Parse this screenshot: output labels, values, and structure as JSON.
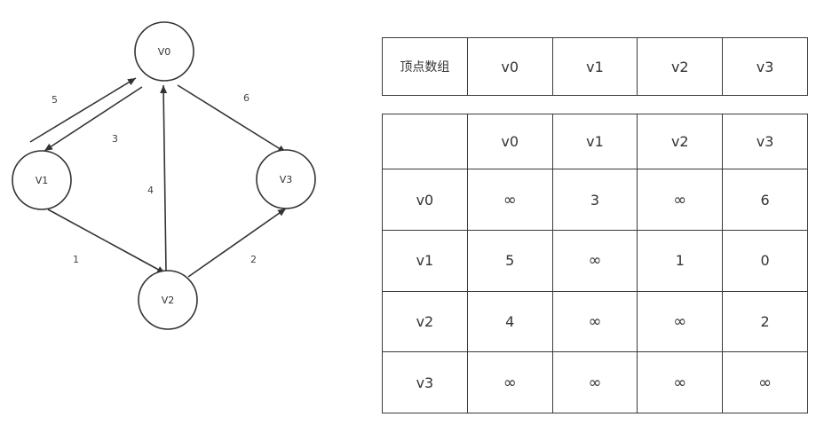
{
  "graph": {
    "nodes": [
      {
        "id": "v0",
        "label": "V0"
      },
      {
        "id": "v1",
        "label": "V1"
      },
      {
        "id": "v2",
        "label": "V2"
      },
      {
        "id": "v3",
        "label": "V3"
      }
    ],
    "edges": [
      {
        "from": "v1",
        "to": "v0",
        "weight": "5"
      },
      {
        "from": "v0",
        "to": "v1",
        "weight": "3"
      },
      {
        "from": "v0",
        "to": "v3",
        "weight": "6"
      },
      {
        "from": "v2",
        "to": "v0",
        "weight": "4"
      },
      {
        "from": "v1",
        "to": "v2",
        "weight": "1"
      },
      {
        "from": "v2",
        "to": "v3",
        "weight": "2"
      }
    ]
  },
  "vertex_array": {
    "header": "顶点数组",
    "values": [
      "v0",
      "v1",
      "v2",
      "v3"
    ]
  },
  "adjacency_matrix": {
    "columns": [
      "v0",
      "v1",
      "v2",
      "v3"
    ],
    "rows": [
      {
        "label": "v0",
        "cells": [
          "∞",
          "3",
          "∞",
          "6"
        ]
      },
      {
        "label": "v1",
        "cells": [
          "5",
          "∞",
          "1",
          "0"
        ]
      },
      {
        "label": "v2",
        "cells": [
          "4",
          "∞",
          "∞",
          "2"
        ]
      },
      {
        "label": "v3",
        "cells": [
          "∞",
          "∞",
          "∞",
          "∞"
        ]
      }
    ]
  }
}
